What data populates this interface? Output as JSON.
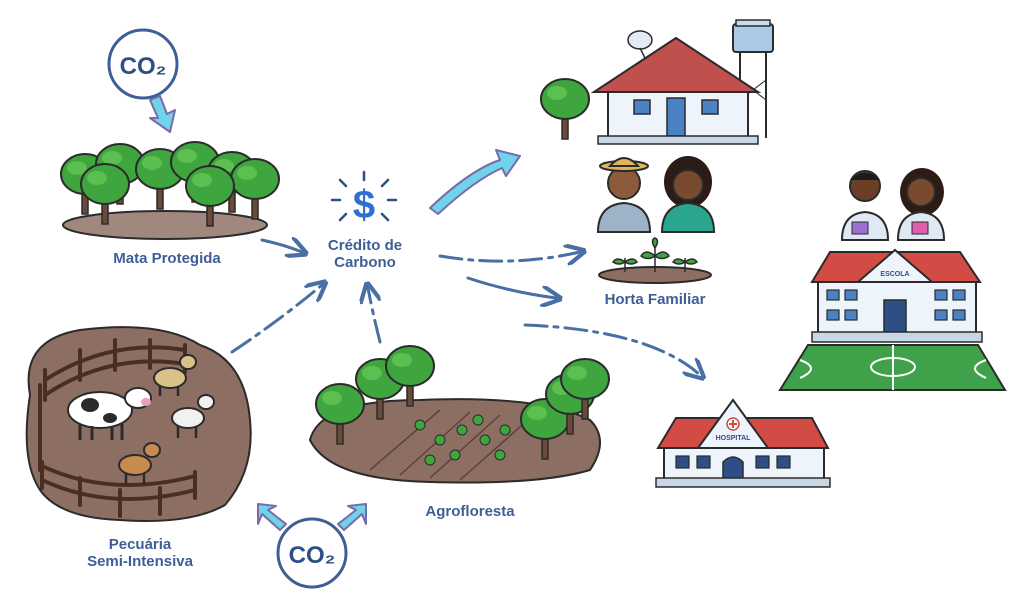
{
  "labels": {
    "mata": "Mata Protegida",
    "credito_line1": "Crédito de",
    "credito_line2": "Carbono",
    "horta": "Horta Familiar",
    "pecuaria_line1": "Pecuária",
    "pecuaria_line2": "Semi-Intensiva",
    "agrofloresta": "Agrofloresta",
    "co2": "CO₂",
    "escola": "ESCOLA",
    "hospital": "HOSPITAL",
    "currency": "$"
  },
  "colors": {
    "label_blue": "#3d5f96",
    "arrow_blue": "#4a6fa5",
    "co2_ring": "#3d5f96",
    "arrow_cyan": "#6fd3ea",
    "arrow_purple": "#7b6aa8",
    "tree_green": "#3fa53f",
    "tree_dark": "#2f8a34",
    "trunk": "#6b4a3a",
    "soil": "#8d6e63",
    "roof_red": "#d24b45",
    "wall_white": "#eef4fb",
    "field_green": "#3fa24a"
  },
  "icons": [
    "co2-badge-icon",
    "dollar-icon",
    "house-icon",
    "water-tower-icon",
    "satellite-dish-icon",
    "school-icon",
    "hospital-icon",
    "cow-icon",
    "goat-icon",
    "tree-icon"
  ]
}
